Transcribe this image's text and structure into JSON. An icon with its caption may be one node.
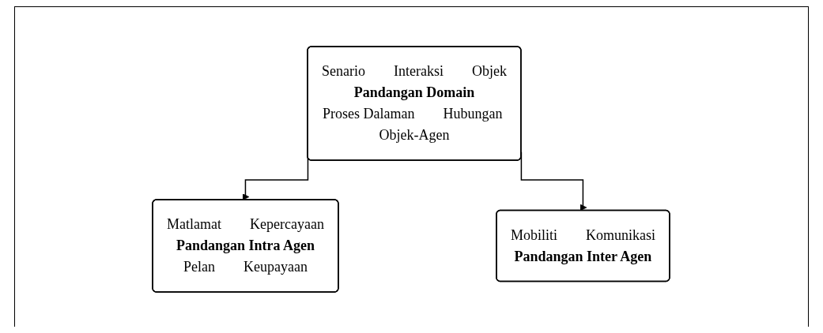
{
  "diagram": {
    "nodes": [
      {
        "text": [
          "Senario",
          "Interaksi",
          "Objek",
          "Pandangan Domain",
          "Proses Dalaman",
          "Hubungan Objek-Agen"
        ]
      },
      {
        "text": [
          "Matlamat",
          "Kepercayaan",
          "Pandangan Intra Agen",
          "Pelan",
          "Keupayaan"
        ]
      },
      {
        "text": [
          "Mobiliti",
          "Komunikasi",
          "Pandangan Inter Agen"
        ]
      }
    ],
    "edges": [
      {
        "from": 0,
        "to": 1,
        "arrow": "to"
      },
      {
        "from": 0,
        "to": 2,
        "arrow": "to"
      }
    ]
  }
}
